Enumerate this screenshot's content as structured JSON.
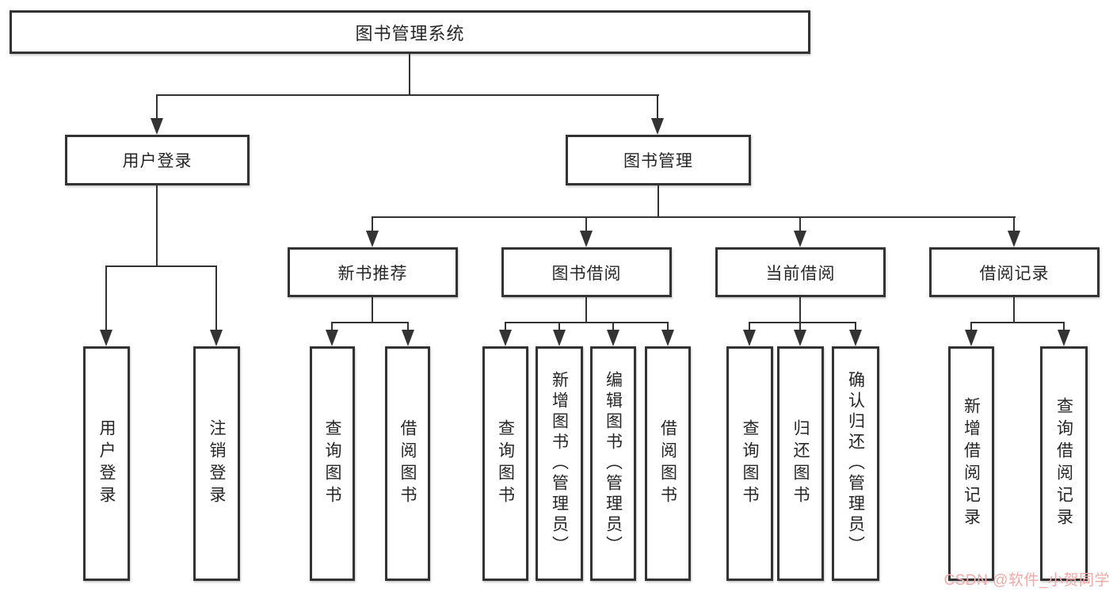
{
  "diagram": {
    "type": "tree",
    "root": {
      "label": "图书管理系统",
      "children": [
        {
          "label": "用户登录",
          "children": [
            {
              "label": "用户登录"
            },
            {
              "label": "注销登录"
            }
          ]
        },
        {
          "label": "图书管理",
          "children": [
            {
              "label": "新书推荐",
              "children": [
                {
                  "label": "查询图书"
                },
                {
                  "label": "借阅图书"
                }
              ]
            },
            {
              "label": "图书借阅",
              "children": [
                {
                  "label": "查询图书"
                },
                {
                  "label": "新增图书（管理员）"
                },
                {
                  "label": "编辑图书（管理员）"
                },
                {
                  "label": "借阅图书"
                }
              ]
            },
            {
              "label": "当前借阅",
              "children": [
                {
                  "label": "查询图书"
                },
                {
                  "label": "归还图书"
                },
                {
                  "label": "确认归还（管理员）"
                }
              ]
            },
            {
              "label": "借阅记录",
              "children": [
                {
                  "label": "新增借阅记录"
                },
                {
                  "label": "查询借阅记录"
                }
              ]
            }
          ]
        }
      ]
    },
    "watermark": {
      "text": "CSDN @软件_小贺同学"
    }
  },
  "theme": {
    "background": "#ffffff",
    "line_color": "#333333",
    "text_color": "#262626",
    "watermark_color": "#f2a9a6"
  }
}
